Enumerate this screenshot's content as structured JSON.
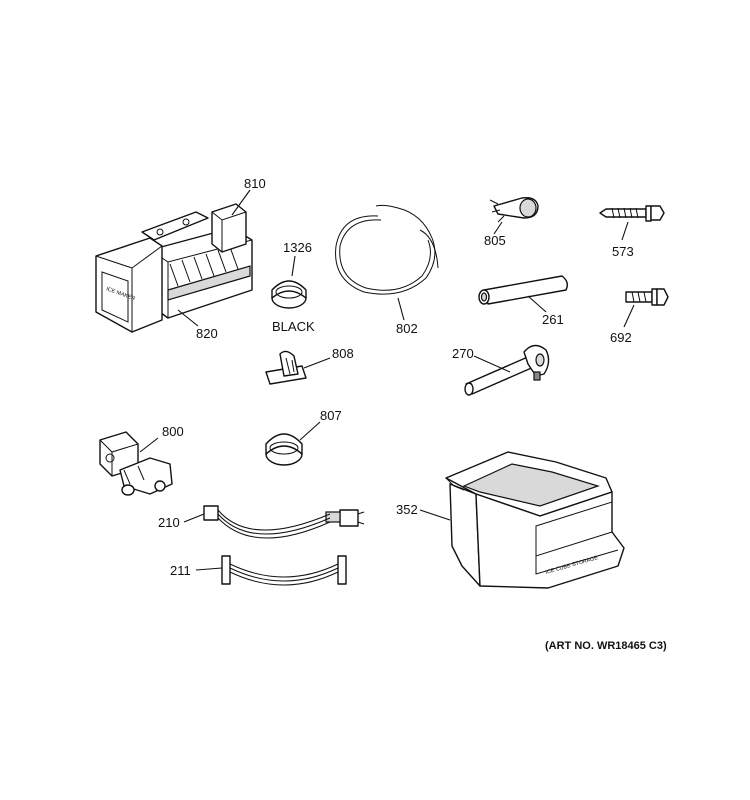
{
  "labels": {
    "p810": "810",
    "p820": "820",
    "p1326": "1326",
    "black": "BLACK",
    "p802": "802",
    "p805": "805",
    "p573": "573",
    "p261": "261",
    "p692": "692",
    "p808": "808",
    "p270": "270",
    "p800": "800",
    "p807": "807",
    "p210": "210",
    "p211": "211",
    "p352": "352"
  },
  "bin_text": "ICE CUBE STORAGE",
  "icemaker_text": "ICE MAKER",
  "art_number": "(ART NO. WR18465 C3)"
}
